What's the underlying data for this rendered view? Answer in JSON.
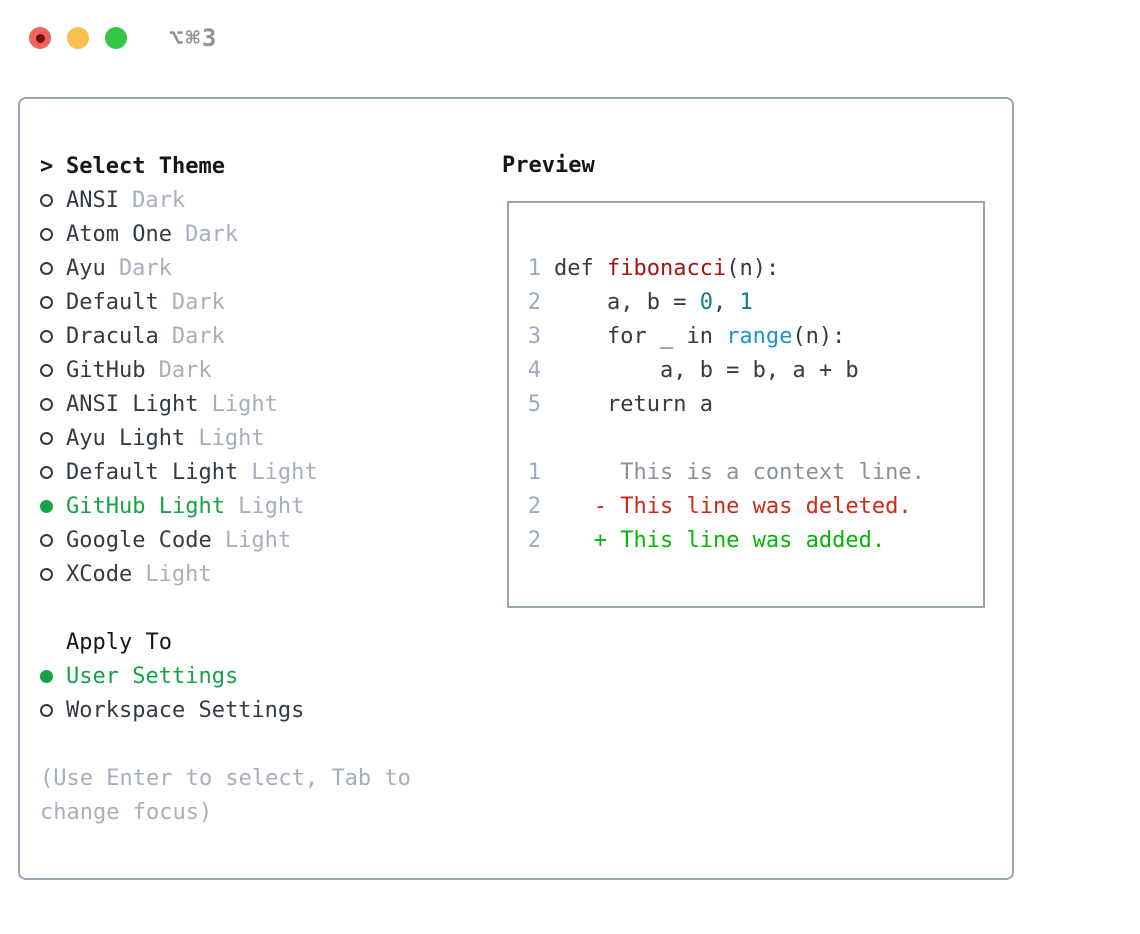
{
  "window": {
    "title": "⌥⌘3"
  },
  "colors": {
    "text_dark": "#343b43",
    "black": "#14171a",
    "gray_light": "#a7afbc",
    "line_num": "#9dabbd",
    "ctx_gray": "#8b9199",
    "green_sel": "#16a348",
    "green_add": "#09b409",
    "red_del": "#cb2a17",
    "red_func": "#a31515",
    "teal_num": "#0e7e8c",
    "blue_call": "#2093ce",
    "border": "#9aa3af",
    "tl_red": "#f0635a",
    "tl_red_dot": "#73110a",
    "tl_yellow": "#f6c04e",
    "tl_green": "#32c546",
    "title_gray": "#8b9298"
  },
  "theme_picker": {
    "prompt": ">",
    "title": "Select Theme",
    "themes": [
      {
        "name": "ANSI",
        "tag": "Dark",
        "selected": false
      },
      {
        "name": "Atom One",
        "tag": "Dark",
        "selected": false
      },
      {
        "name": "Ayu",
        "tag": "Dark",
        "selected": false
      },
      {
        "name": "Default",
        "tag": "Dark",
        "selected": false
      },
      {
        "name": "Dracula",
        "tag": "Dark",
        "selected": false
      },
      {
        "name": "GitHub",
        "tag": "Dark",
        "selected": false
      },
      {
        "name": "ANSI Light",
        "tag": "Light",
        "selected": false
      },
      {
        "name": "Ayu Light",
        "tag": "Light",
        "selected": false
      },
      {
        "name": "Default Light",
        "tag": "Light",
        "selected": false
      },
      {
        "name": "GitHub Light",
        "tag": "Light",
        "selected": true
      },
      {
        "name": "Google Code",
        "tag": "Light",
        "selected": false
      },
      {
        "name": "XCode",
        "tag": "Light",
        "selected": false
      }
    ],
    "apply_to": {
      "title": "Apply To",
      "options": [
        {
          "name": "User Settings",
          "selected": true
        },
        {
          "name": "Workspace Settings",
          "selected": false
        }
      ]
    },
    "hint_lines": [
      "(Use Enter to select, Tab to",
      "change focus)"
    ]
  },
  "preview": {
    "label": "Preview",
    "code_lines": [
      {
        "num": "1",
        "segs": [
          [
            "def ",
            "code"
          ],
          [
            "fibonacci",
            "func"
          ],
          [
            "(n):",
            "code"
          ]
        ]
      },
      {
        "num": "2",
        "segs": [
          [
            "    a, b = ",
            "code"
          ],
          [
            "0",
            "num"
          ],
          [
            ", ",
            "code"
          ],
          [
            "1",
            "num"
          ]
        ]
      },
      {
        "num": "3",
        "segs": [
          [
            "    for _ in ",
            "code"
          ],
          [
            "range",
            "call"
          ],
          [
            "(n):",
            "code"
          ]
        ]
      },
      {
        "num": "4",
        "segs": [
          [
            "        a, b = b, a + b",
            "code"
          ]
        ]
      },
      {
        "num": "5",
        "segs": [
          [
            "    return a",
            "code"
          ]
        ]
      },
      {
        "num": "",
        "segs": []
      },
      {
        "num": "1",
        "segs": [
          [
            "     This is a context line.",
            "ctx"
          ]
        ]
      },
      {
        "num": "2",
        "segs": [
          [
            "   - This line was deleted.",
            "del"
          ]
        ]
      },
      {
        "num": "2",
        "segs": [
          [
            "   + This line was added.",
            "add"
          ]
        ]
      }
    ]
  }
}
